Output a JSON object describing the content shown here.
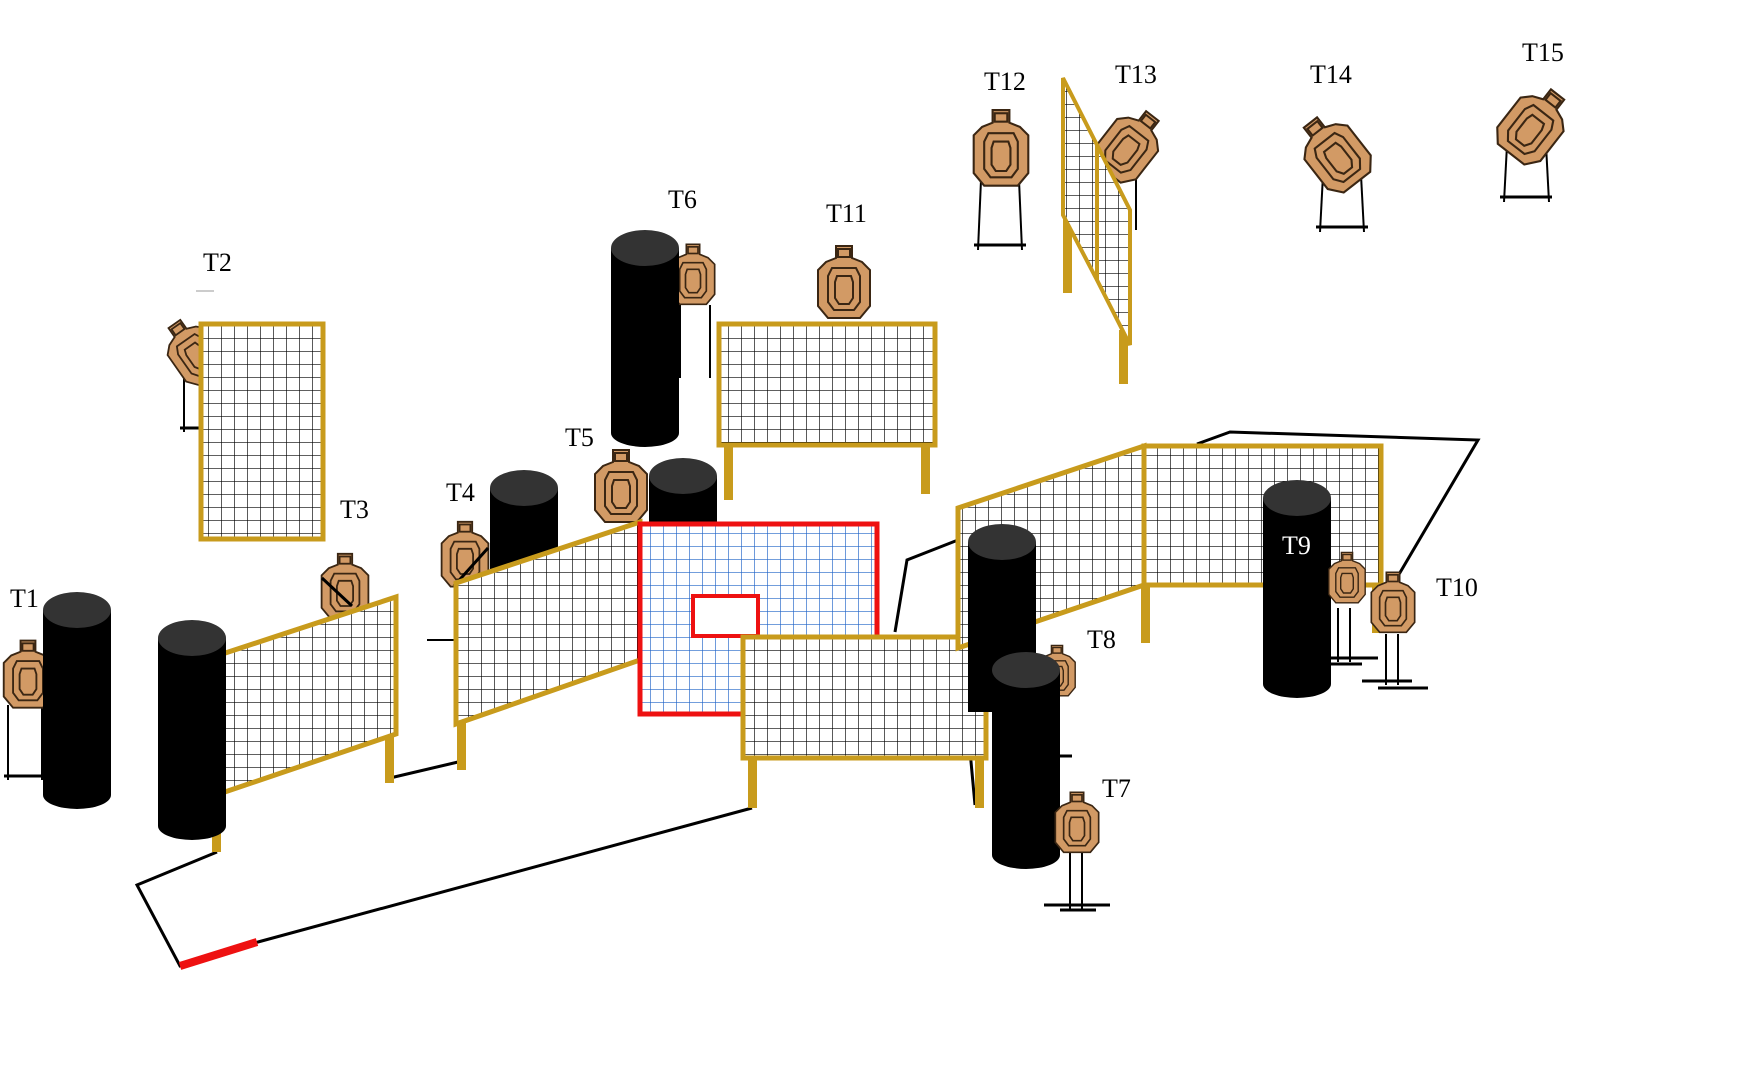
{
  "colors": {
    "barrel": "#000000",
    "barrel_top": "#333333",
    "wall_frame": "#c89b1c",
    "wall_grid": "#000000",
    "shooting_box": "#ee1111",
    "shooting_box_grid": "#1f63c8",
    "target_fill": "#d29a65",
    "target_stroke": "#3a2613",
    "fault_line": "#000000",
    "start_marker": "#ee1111"
  },
  "targets": [
    {
      "id": "t1",
      "label": "T1"
    },
    {
      "id": "t2",
      "label": "T2"
    },
    {
      "id": "t3",
      "label": "T3"
    },
    {
      "id": "t4",
      "label": "T4"
    },
    {
      "id": "t5",
      "label": "T5"
    },
    {
      "id": "t6",
      "label": "T6"
    },
    {
      "id": "t7",
      "label": "T7"
    },
    {
      "id": "t8",
      "label": "T8"
    },
    {
      "id": "t9",
      "label": "T9"
    },
    {
      "id": "t10",
      "label": "T10"
    },
    {
      "id": "t11",
      "label": "T11"
    },
    {
      "id": "t12",
      "label": "T12"
    },
    {
      "id": "t13",
      "label": "T13"
    },
    {
      "id": "t14",
      "label": "T14"
    },
    {
      "id": "t15",
      "label": "T15"
    }
  ]
}
